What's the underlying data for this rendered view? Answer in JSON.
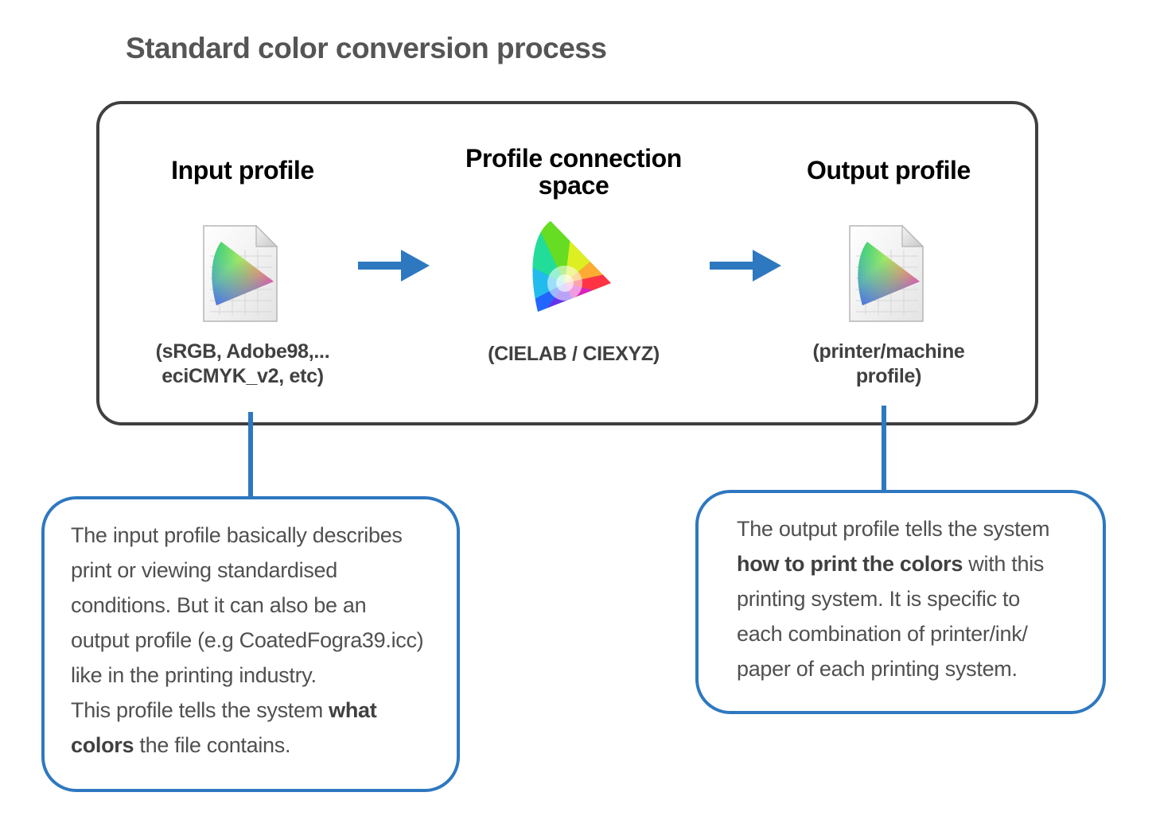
{
  "title": "Standard color conversion process",
  "stages": {
    "input": {
      "heading": "Input profile",
      "caption_line1": "(sRGB, Adobe98,...",
      "caption_line2": "eciCMYK_v2, etc)",
      "icon": "color-profile-document-icon"
    },
    "pcs": {
      "heading_line1": "Profile connection",
      "heading_line2": "space",
      "caption": "(CIELAB / CIEXYZ)",
      "icon": "chromaticity-gamut-icon"
    },
    "output": {
      "heading": "Output profile",
      "caption_line1": "(printer/machine",
      "caption_line2": "profile)",
      "icon": "color-profile-document-icon"
    }
  },
  "colors": {
    "accent": "#2e78c0",
    "frame": "#404040",
    "title": "#555555"
  },
  "notes": {
    "input": {
      "line1": "The input profile basically describes",
      "line2": "print or viewing standardised",
      "line3": "conditions. But it can also be an",
      "line4": "output profile (e.g CoatedFogra39.icc)",
      "line5": "like in the printing industry.",
      "line6_pre": "This profile tells the system ",
      "line6_bold": "what",
      "line7_bold": "colors",
      "line7_post": " the file contains."
    },
    "output": {
      "line1": "The output profile tells the system",
      "line2_bold": "how to print the colors",
      "line2_post": " with this",
      "line3": "printing system. It is specific to",
      "line4": "each combination of printer/ink/",
      "line5": "paper of each printing system."
    }
  }
}
